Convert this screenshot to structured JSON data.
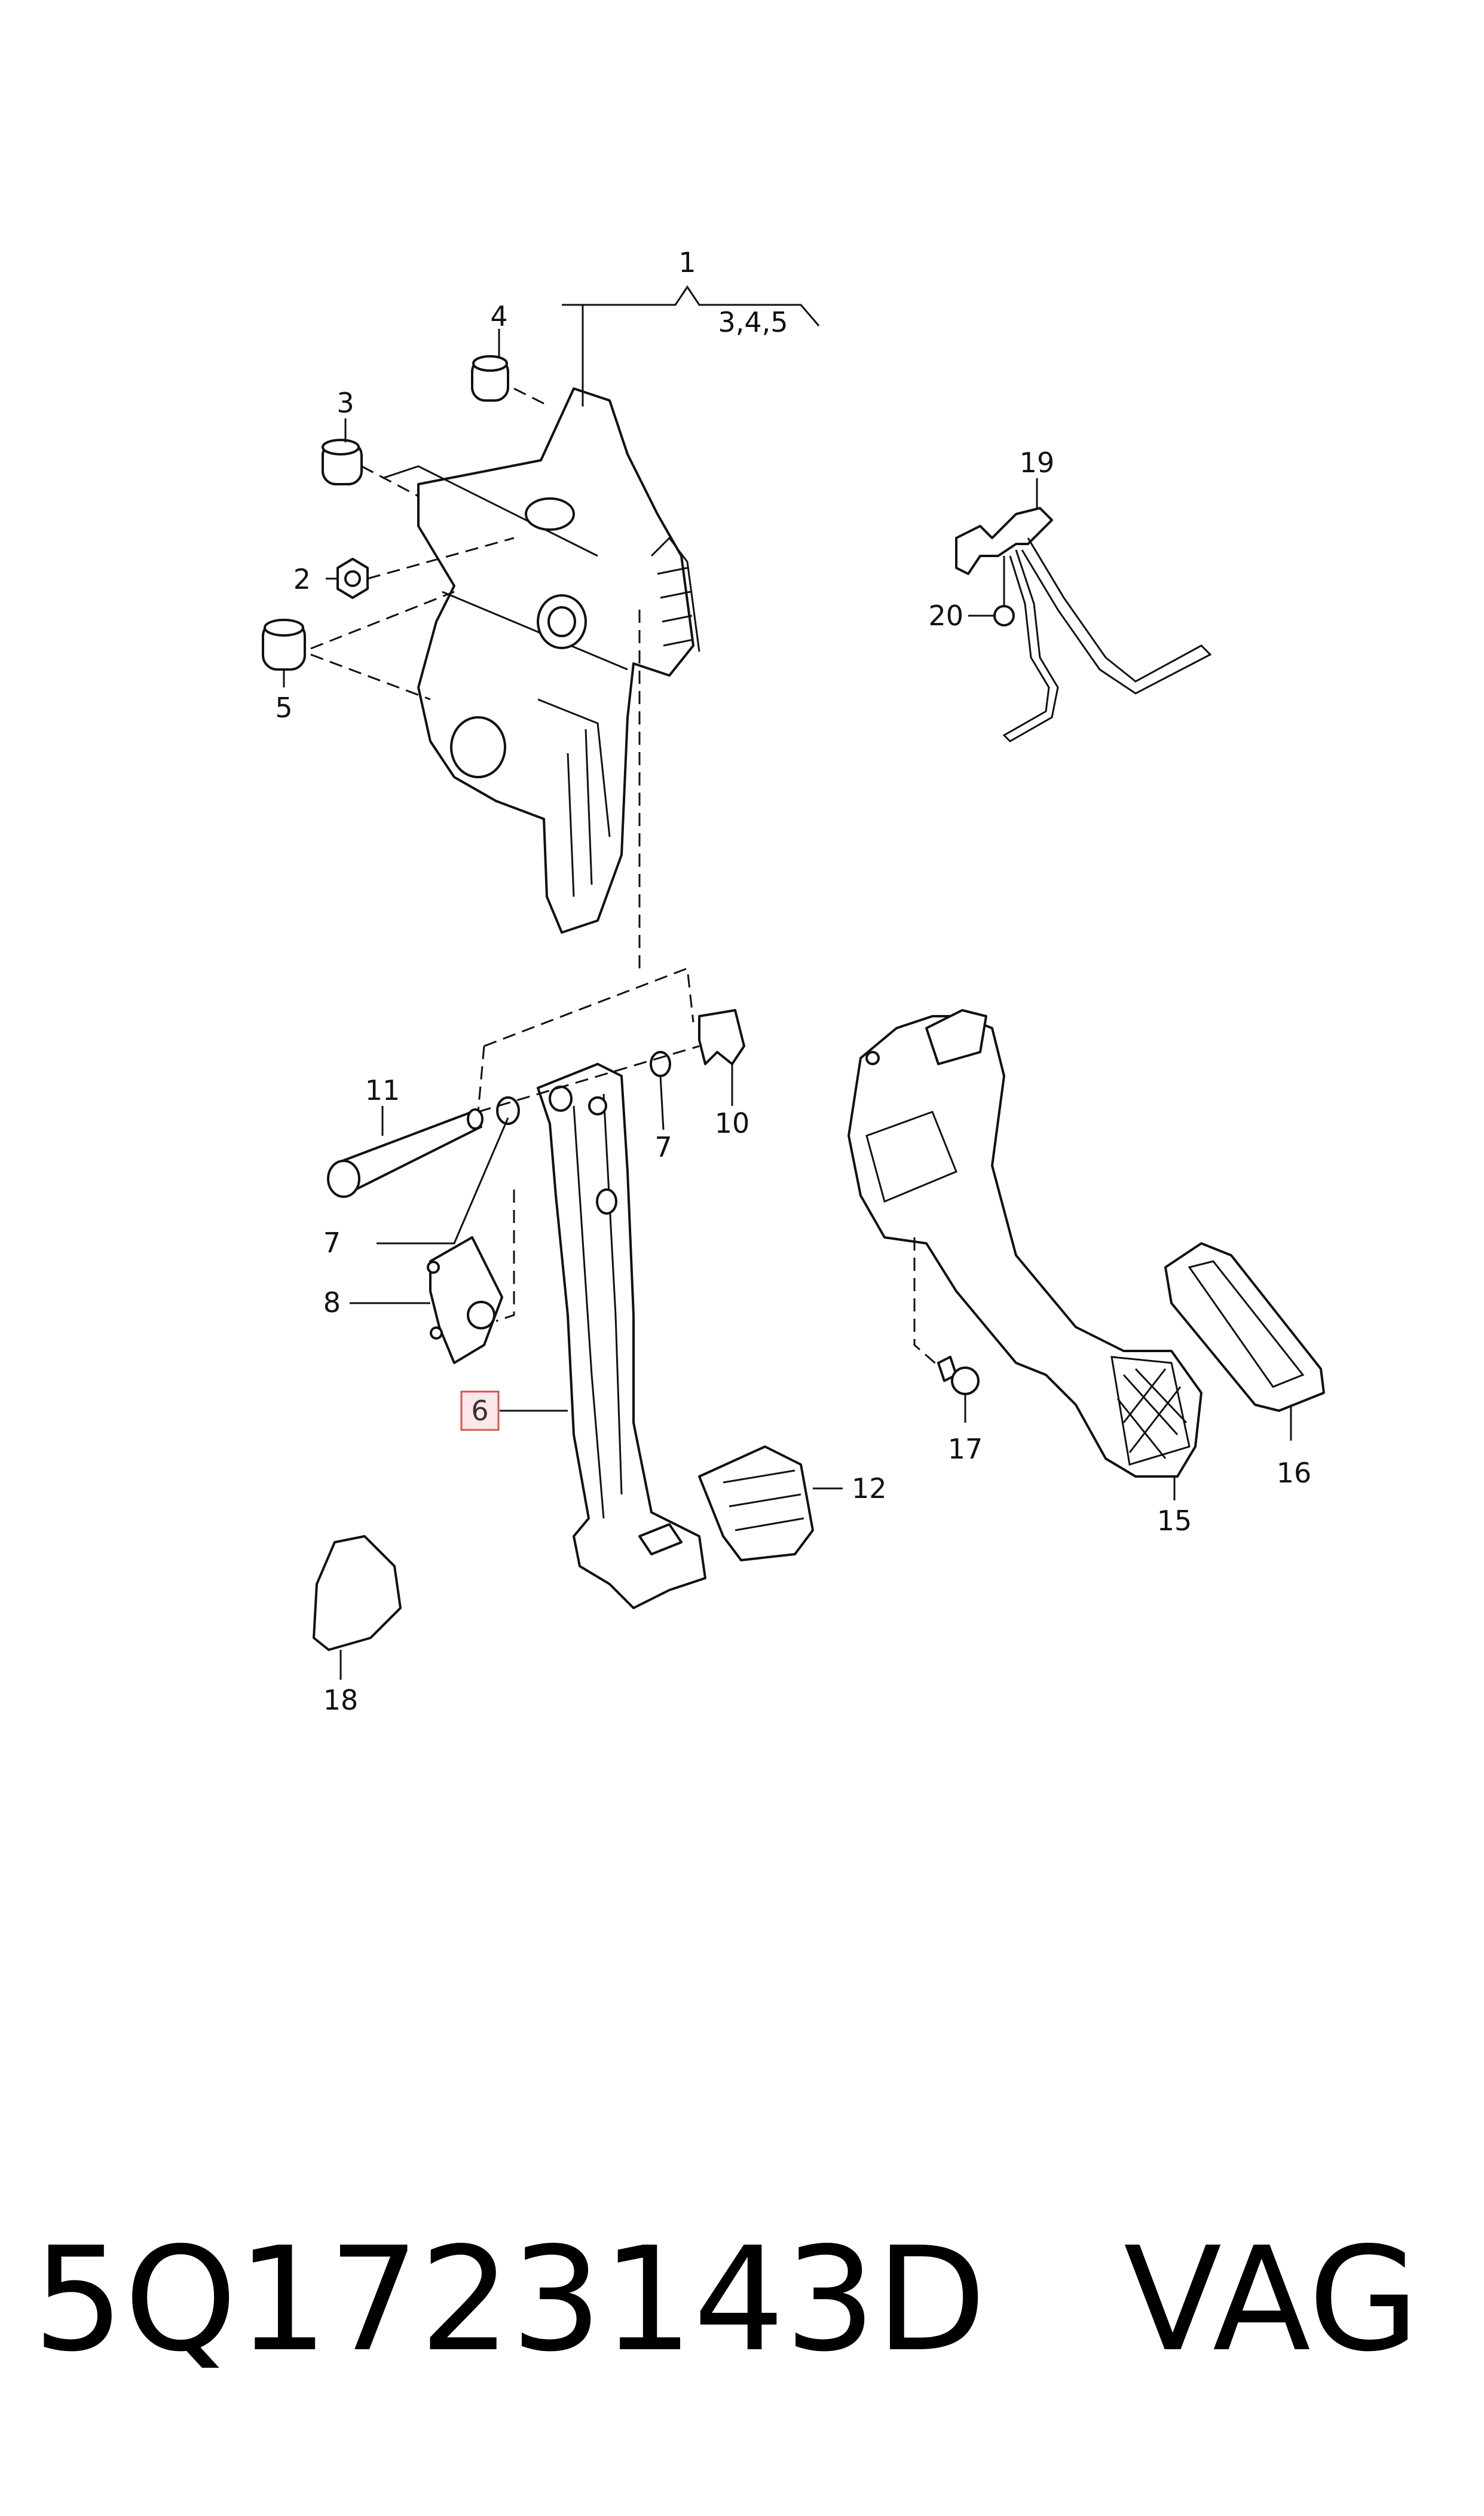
{
  "diagram": {
    "labels": {
      "l1": "1",
      "l1_sub": "3,4,5",
      "l2": "2",
      "l3": "3",
      "l4": "4",
      "l5": "5",
      "l6": "6",
      "l7a": "7",
      "l7b": "7",
      "l8": "8",
      "l10": "10",
      "l11": "11",
      "l12": "12",
      "l15": "15",
      "l16": "16",
      "l17": "17",
      "l18": "18",
      "l19": "19",
      "l20": "20"
    },
    "highlighted_label": "6"
  },
  "footer": {
    "part_number": "5Q1723143D",
    "brand": "VAG"
  }
}
